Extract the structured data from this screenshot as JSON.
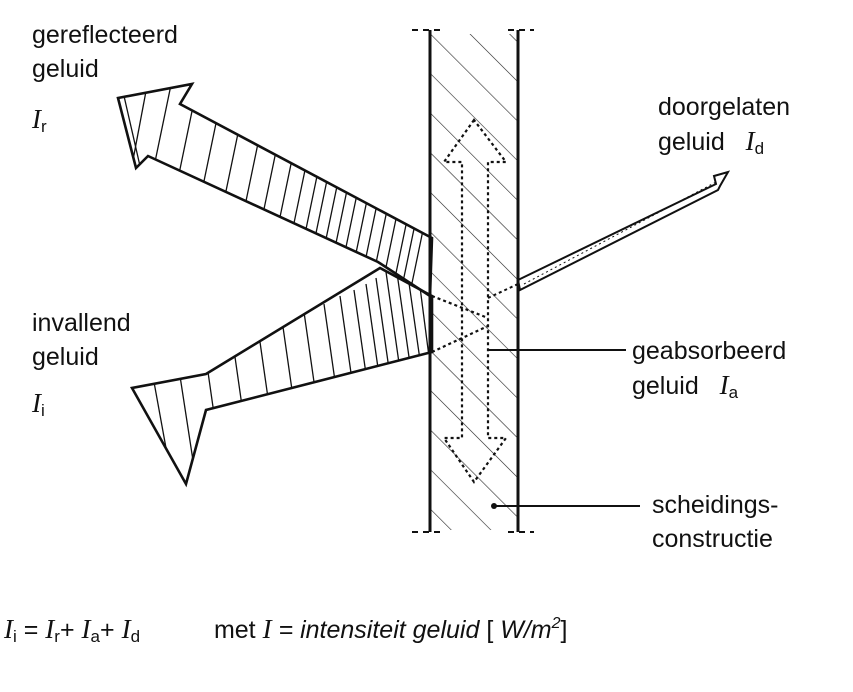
{
  "labels": {
    "reflected": {
      "line1": "gereflecteerd",
      "line2": "geluid",
      "symbol": "I",
      "sub": "r"
    },
    "transmitted": {
      "line1": "doorgelaten",
      "line2": "geluid",
      "symbol": "I",
      "sub": "d"
    },
    "incident": {
      "line1": "invallend",
      "line2": "geluid",
      "symbol": "I",
      "sub": "i"
    },
    "absorbed": {
      "line1": "geabsorbeerd",
      "line2": "geluid",
      "symbol": "I",
      "sub": "a"
    },
    "wall": {
      "line1": "scheidings-",
      "line2": "constructie"
    }
  },
  "formula": {
    "lhs_symbol": "I",
    "lhs_sub": "i",
    "eq": "=",
    "t1_symbol": "I",
    "t1_sub": "r",
    "plus": "+",
    "t2_symbol": "I",
    "t2_sub": "a",
    "t3_symbol": "I",
    "t3_sub": "d",
    "met": "met",
    "def_symbol": "I",
    "def_text": "= intensiteit geluid",
    "unit_open": "[",
    "unit": "W/m",
    "unit_exp": "2",
    "unit_close": "]"
  },
  "colors": {
    "ink": "#111111",
    "paper": "#ffffff"
  }
}
